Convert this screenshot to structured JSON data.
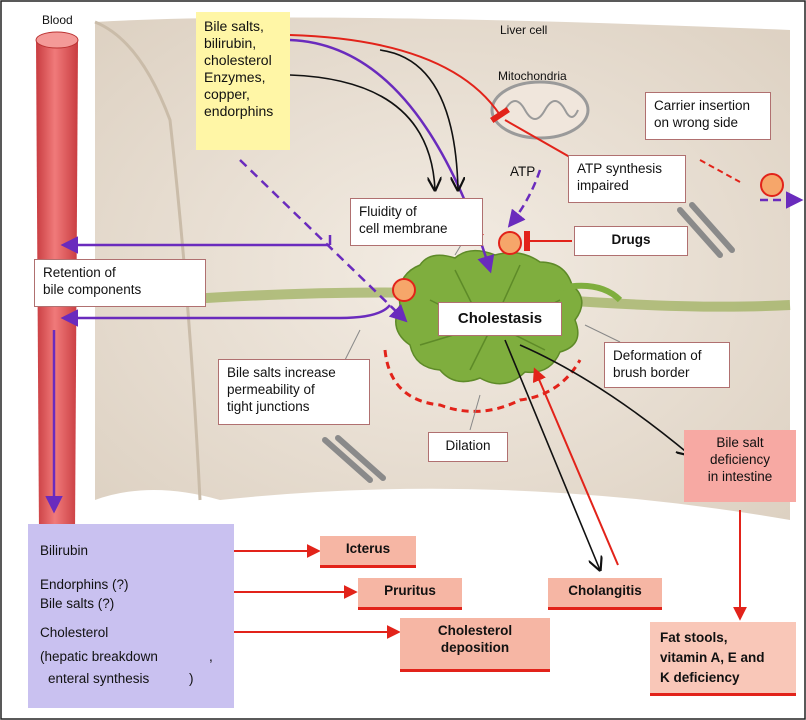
{
  "labels": {
    "blood": "Blood",
    "liver_cell": "Liver cell",
    "mitochondria": "Mitochondria",
    "atp": "ATP",
    "bile_inputs_1": "Bile salts,\nbilirubin,\ncholesterol",
    "bile_inputs_2": "Enzymes,\ncopper,\nendorphins",
    "carrier_insertion": "Carrier insertion\non wrong side",
    "atp_synthesis": "ATP synthesis\nimpaired",
    "fluidity": "Fluidity of\ncell membrane",
    "drugs": "Drugs",
    "retention": "Retention of\nbile components",
    "cholestasis": "Cholestasis",
    "deformation": "Deformation of\nbrush border",
    "bile_salts_tight": "Bile salts increase\npermeability of\ntight junctions",
    "dilation": "Dilation",
    "bile_salt_deficiency": "Bile salt\ndeficiency\nin intestine",
    "icterus": "Icterus",
    "pruritus": "Pruritus",
    "cholangitis": "Cholangitis",
    "cholesterol_deposition": "Cholesterol\ndeposition",
    "fat_stools": "Fat stools,\nvitamin A, E and\nK deficiency"
  },
  "blood_panel": {
    "bilirubin": "Bilirubin",
    "endorphins": "Endorphins (?)",
    "bile_salts": "Bile salts (?)",
    "cholesterol": "Cholesterol",
    "hepatic_breakdown": "(hepatic breakdown",
    "enteral_synthesis": "enteral synthesis",
    "paren": ")",
    "comma": ","
  },
  "colors": {
    "red_arrow": "#e2231a",
    "purple_arrow": "#6a2bbd",
    "black_arrow": "#111111",
    "vessel": "#e8585a",
    "blood_panel": "#c9c1f0",
    "liver_bg": "#ece3d8",
    "canaliculus": "#7fae3e",
    "yellow_box": "#fff6a6",
    "salmon_box": "#f6b6a4"
  }
}
